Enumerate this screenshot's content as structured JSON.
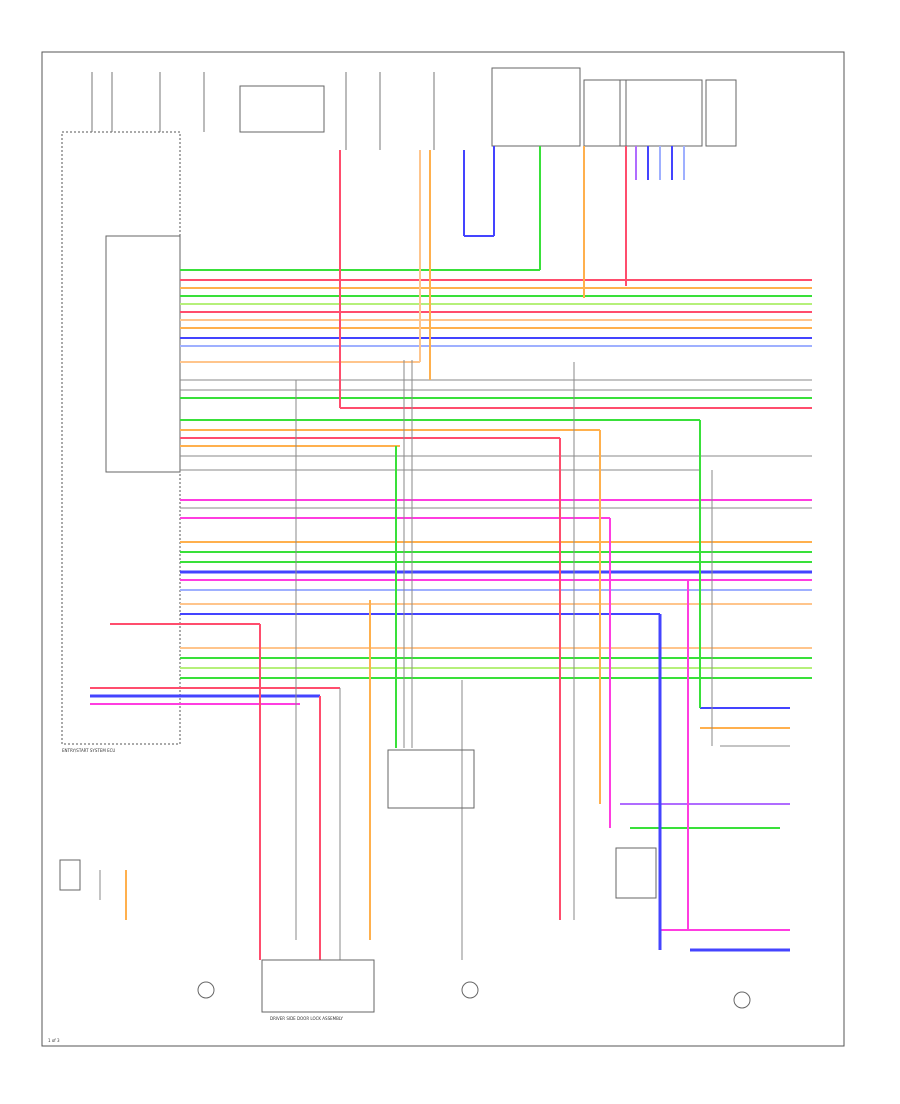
{
  "wire_colors": {
    "red": "#ff4d6d",
    "green": "#39e03a",
    "orange": "#ffb04d",
    "light_orange": "#ffc58c",
    "violet": "#b06cff",
    "blue": "#4444ff",
    "light_blue": "#9fb0ff",
    "pink": "#ff3de0",
    "light_green": "#b5f07a",
    "gray": "#8a8a8a",
    "black": "#222222"
  },
  "labels": {
    "ecu_caption": "ENTRY/START SYSTEM ECU",
    "bottom_caption": "DRIVER SIDE DOOR LOCK ASSEMBLY",
    "page_ref": "1 of 3"
  }
}
